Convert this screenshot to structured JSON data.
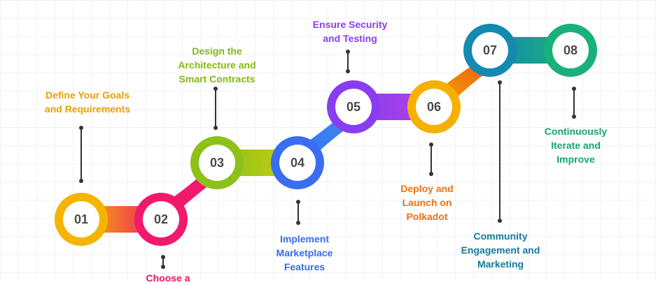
{
  "steps": [
    {
      "num": "01",
      "label": "Define Your Goals\nand Requirements",
      "color": "#f0a500"
    },
    {
      "num": "02",
      "label": "Choose a",
      "color": "#f0196b"
    },
    {
      "num": "03",
      "label": "Design the\nArchitecture and\nSmart Contracts",
      "color": "#8dc11a"
    },
    {
      "num": "04",
      "label": "Implement\nMarketplace\nFeatures",
      "color": "#3a6df0"
    },
    {
      "num": "05",
      "label": "Ensure Security\nand Testing",
      "color": "#8a3df0"
    },
    {
      "num": "06",
      "label": "Deploy and\nLaunch on\nPolkadot",
      "color": "#f07a10"
    },
    {
      "num": "07",
      "label": "Community\nEngagement and\nMarketing",
      "color": "#148ab0"
    },
    {
      "num": "08",
      "label": "Continuously\nIterate and\nImprove",
      "color": "#1ab07a"
    }
  ]
}
